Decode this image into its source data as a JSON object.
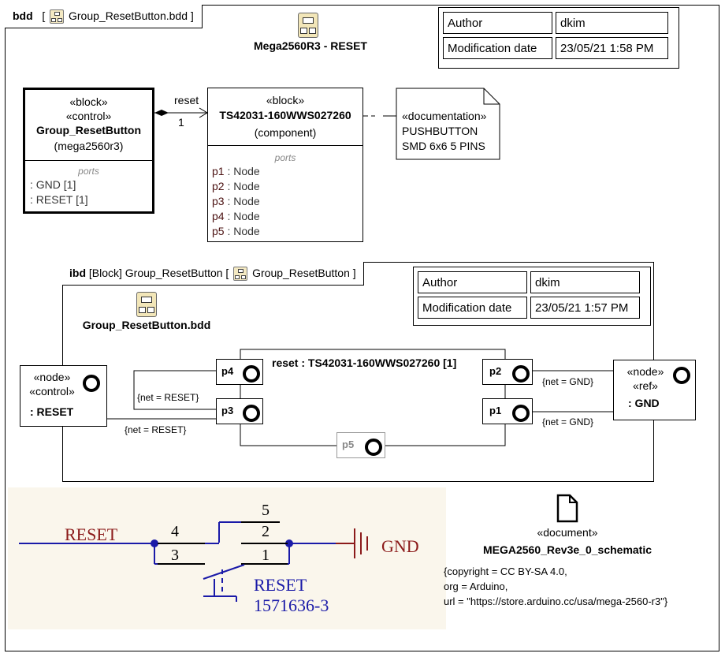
{
  "bdd_frame": {
    "kind": "bdd",
    "title": "Group_ResetButton.bdd",
    "diagram_name": "Mega2560R3 - RESET"
  },
  "bdd_info": {
    "author_label": "Author",
    "author_value": "dkim",
    "date_label": "Modification date",
    "date_value": "23/05/21 1:58 PM"
  },
  "group_block": {
    "stereo1": "«block»",
    "stereo2": "«control»",
    "name": "Group_ResetButton",
    "sub": "(mega2560r3)",
    "section": "ports",
    "ports": [
      ": GND [1]",
      ": RESET [1]"
    ]
  },
  "association": {
    "role": "reset",
    "multiplicity": "1"
  },
  "ts_block": {
    "stereo": "«block»",
    "name": "TS42031-160WWS027260",
    "sub": "(component)",
    "section": "ports",
    "ports": [
      {
        "name": "p1",
        "type": " : Node"
      },
      {
        "name": "p2",
        "type": " : Node"
      },
      {
        "name": "p3",
        "type": " : Node"
      },
      {
        "name": "p4",
        "type": " : Node"
      },
      {
        "name": "p5",
        "type": " : Node"
      }
    ]
  },
  "doc_note": {
    "stereo": "«documentation»",
    "line1": "PUSHBUTTON",
    "line2": "SMD 6x6 5 PINS"
  },
  "ibd": {
    "kind": "ibd",
    "header": "[Block] Group_ResetButton [",
    "header_name": "Group_ResetButton ]",
    "bdd_link": "Group_ResetButton.bdd",
    "author_label": "Author",
    "author_value": "dkim",
    "date_label": "Modification date",
    "date_value": "23/05/21 1:57 PM",
    "part_name": "reset : TS42031-160WWS027260 [1]",
    "ports": {
      "p1": "p1",
      "p2": "p2",
      "p3": "p3",
      "p4": "p4",
      "p5": "p5"
    },
    "left_node": {
      "s1": "«node»",
      "s2": "«control»",
      "name": ": RESET"
    },
    "right_node": {
      "s1": "«node»",
      "s2": "«ref»",
      "name": ": GND"
    },
    "nets": {
      "p4_p3": "{net = RESET}",
      "reset_p3": "{net = RESET}",
      "p2_gnd": "{net = GND}",
      "p1_gnd": "{net = GND}"
    }
  },
  "schematic": {
    "net_left": "RESET",
    "net_right": "GND",
    "pins": [
      "4",
      "3",
      "5",
      "2",
      "1"
    ],
    "part_label": "RESET",
    "part_number": "1571636-3",
    "colors": {
      "wire": "#1a1aa8",
      "net": "#8b1a1a",
      "body": "#000000",
      "bg": "#faf6ec"
    }
  },
  "document": {
    "stereo": "«document»",
    "name": "MEGA2560_Rev3e_0_schematic",
    "tags": [
      "{copyright = CC BY-SA 4.0,",
      "org = Arduino,",
      "url = \"https://store.arduino.cc/usa/mega-2560-r3\"}"
    ]
  }
}
